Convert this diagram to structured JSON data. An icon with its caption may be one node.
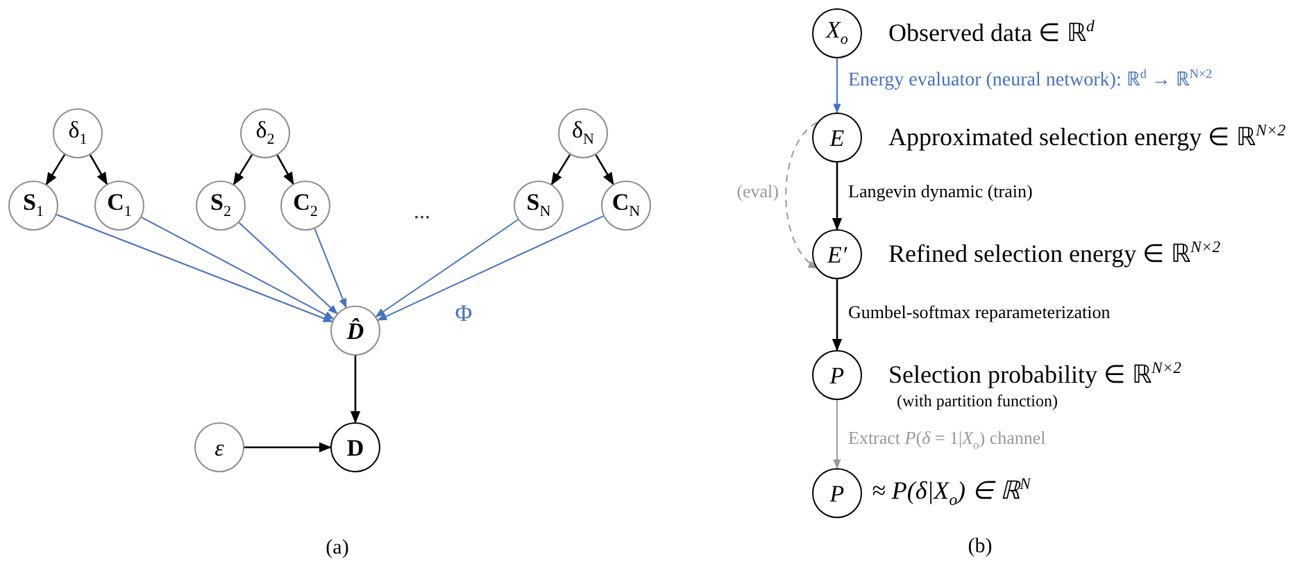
{
  "diagram": {
    "nodes": [
      {
        "text": [
          "δ$_{1}$"
        ]
      },
      {
        "text": [
          "**S**$_{1}$"
        ]
      },
      {
        "text": [
          "**C**$_{1}$"
        ]
      },
      {
        "text": [
          "δ$_{2}$"
        ]
      },
      {
        "text": [
          "**S**$_{2}$"
        ]
      },
      {
        "text": [
          "**C**$_{2}$"
        ]
      },
      {
        "text": [
          "δ$_{N}$"
        ]
      },
      {
        "text": [
          "**S**$_{N}$"
        ]
      },
      {
        "text": [
          "**C**$_{N}$"
        ]
      },
      {
        "text": [
          "D̂"
        ]
      },
      {
        "text": [
          "ε"
        ]
      },
      {
        "text": [
          "D"
        ]
      },
      {
        "text": [
          "X$_{o}$"
        ],
        "beside": [
          "Observed data ∈ ℝ$^{d}$"
        ]
      },
      {
        "text": [
          "E"
        ],
        "beside": [
          "Approximated selection energy ∈ ℝ$^{N×2}$"
        ]
      },
      {
        "text": [
          "E′"
        ],
        "beside": [
          "Refined selection energy ∈ ℝ$^{N×2}$"
        ]
      },
      {
        "text": [
          "P"
        ],
        "beside": [
          "Selection probability ∈ ℝ$^{N×2}$",
          "(with partition function)"
        ]
      },
      {
        "text": [
          "P"
        ],
        "beside": [
          "≈ P(δ|X$_{o}$) ∈ ℝ$^{N}$"
        ]
      }
    ],
    "edges": [
      {
        "from": 0,
        "to": 1,
        "arrow": "to"
      },
      {
        "from": 0,
        "to": 2,
        "arrow": "to"
      },
      {
        "from": 3,
        "to": 4,
        "arrow": "to"
      },
      {
        "from": 3,
        "to": 5,
        "arrow": "to"
      },
      {
        "from": 6,
        "to": 7,
        "arrow": "to"
      },
      {
        "from": 6,
        "to": 8,
        "arrow": "to"
      },
      {
        "from": 1,
        "to": 9,
        "arrow": "to",
        "color": "#4472c4"
      },
      {
        "from": 2,
        "to": 9,
        "arrow": "to",
        "color": "#4472c4"
      },
      {
        "from": 4,
        "to": 9,
        "arrow": "to",
        "color": "#4472c4"
      },
      {
        "from": 5,
        "to": 9,
        "arrow": "to",
        "color": "#4472c4"
      },
      {
        "from": 7,
        "to": 9,
        "arrow": "to",
        "color": "#4472c4"
      },
      {
        "from": 8,
        "to": 9,
        "arrow": "to",
        "color": "#4472c4"
      },
      {
        "from": 9,
        "to": 11,
        "arrow": "to"
      },
      {
        "from": 10,
        "to": 11,
        "arrow": "to"
      },
      {
        "from": 12,
        "to": 13,
        "arrow": "to",
        "color": "#4472c4",
        "label": "Energy evaluator (neural network): ℝ$^{d}$ → ℝ$^{N×2}$"
      },
      {
        "from": 13,
        "to": 14,
        "arrow": "to",
        "label": "Langevin dynamic (train)"
      },
      {
        "from": 13,
        "to": 14,
        "arrow": "to",
        "style": "dashed",
        "color": "#999999",
        "label": "(eval)"
      },
      {
        "from": 14,
        "to": 15,
        "arrow": "to",
        "label": "Gumbel-softmax reparameterization"
      },
      {
        "from": 15,
        "to": 16,
        "arrow": "to",
        "color": "#999999",
        "label": "Extract *P*(*δ* = 1|*X*$_{o}$) channel"
      }
    ],
    "labels": [
      "...",
      "Φ",
      "(a)",
      "(b)"
    ]
  }
}
